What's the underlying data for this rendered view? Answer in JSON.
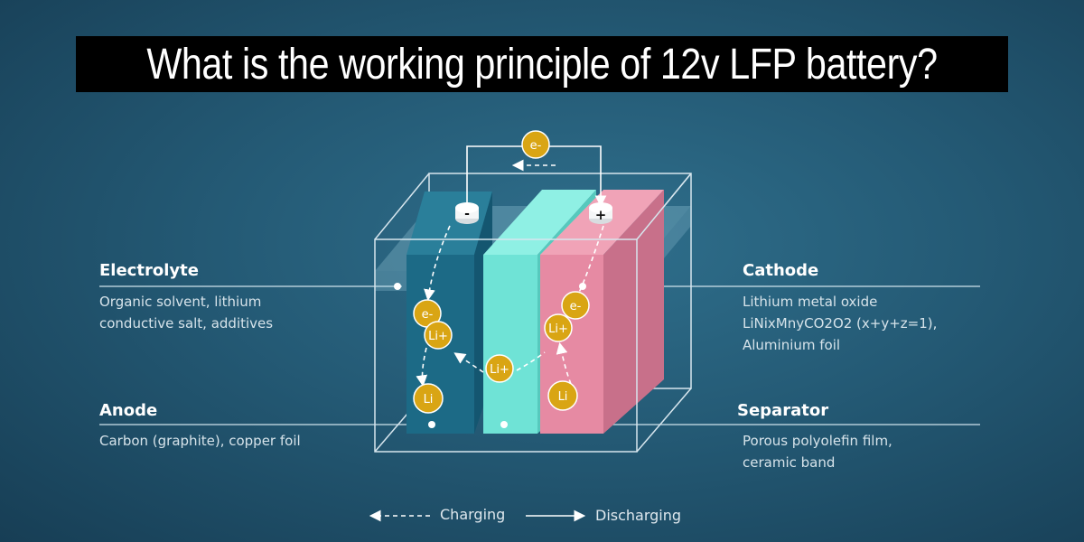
{
  "title": "What is the working principle of 12v LFP battery?",
  "labels": {
    "electrolyte": {
      "heading": "Electrolyte",
      "lines": [
        "Organic solvent, lithium",
        "conductive salt, additives"
      ]
    },
    "anode": {
      "heading": "Anode",
      "lines": [
        "Carbon (graphite), copper foil"
      ]
    },
    "cathode": {
      "heading": "Cathode",
      "lines": [
        "Lithium metal oxide",
        "LiNixMnyCO2O2 (x+y+z=1),",
        "Aluminium foil"
      ]
    },
    "separator": {
      "heading": "Separator",
      "lines": [
        "Porous polyolefin film,",
        "ceramic band"
      ]
    }
  },
  "terminals": {
    "negative": "-",
    "positive": "+"
  },
  "particles": {
    "electron": "e-",
    "lithium_ion": "Li+",
    "lithium": "Li"
  },
  "legend": {
    "charging": "Charging",
    "discharging": "Discharging"
  },
  "colors": {
    "anode": "#1e6b86",
    "separator": "#6fe3d6",
    "cathode": "#e58aa2",
    "particle": "#d9a514",
    "banner": "#000000"
  }
}
